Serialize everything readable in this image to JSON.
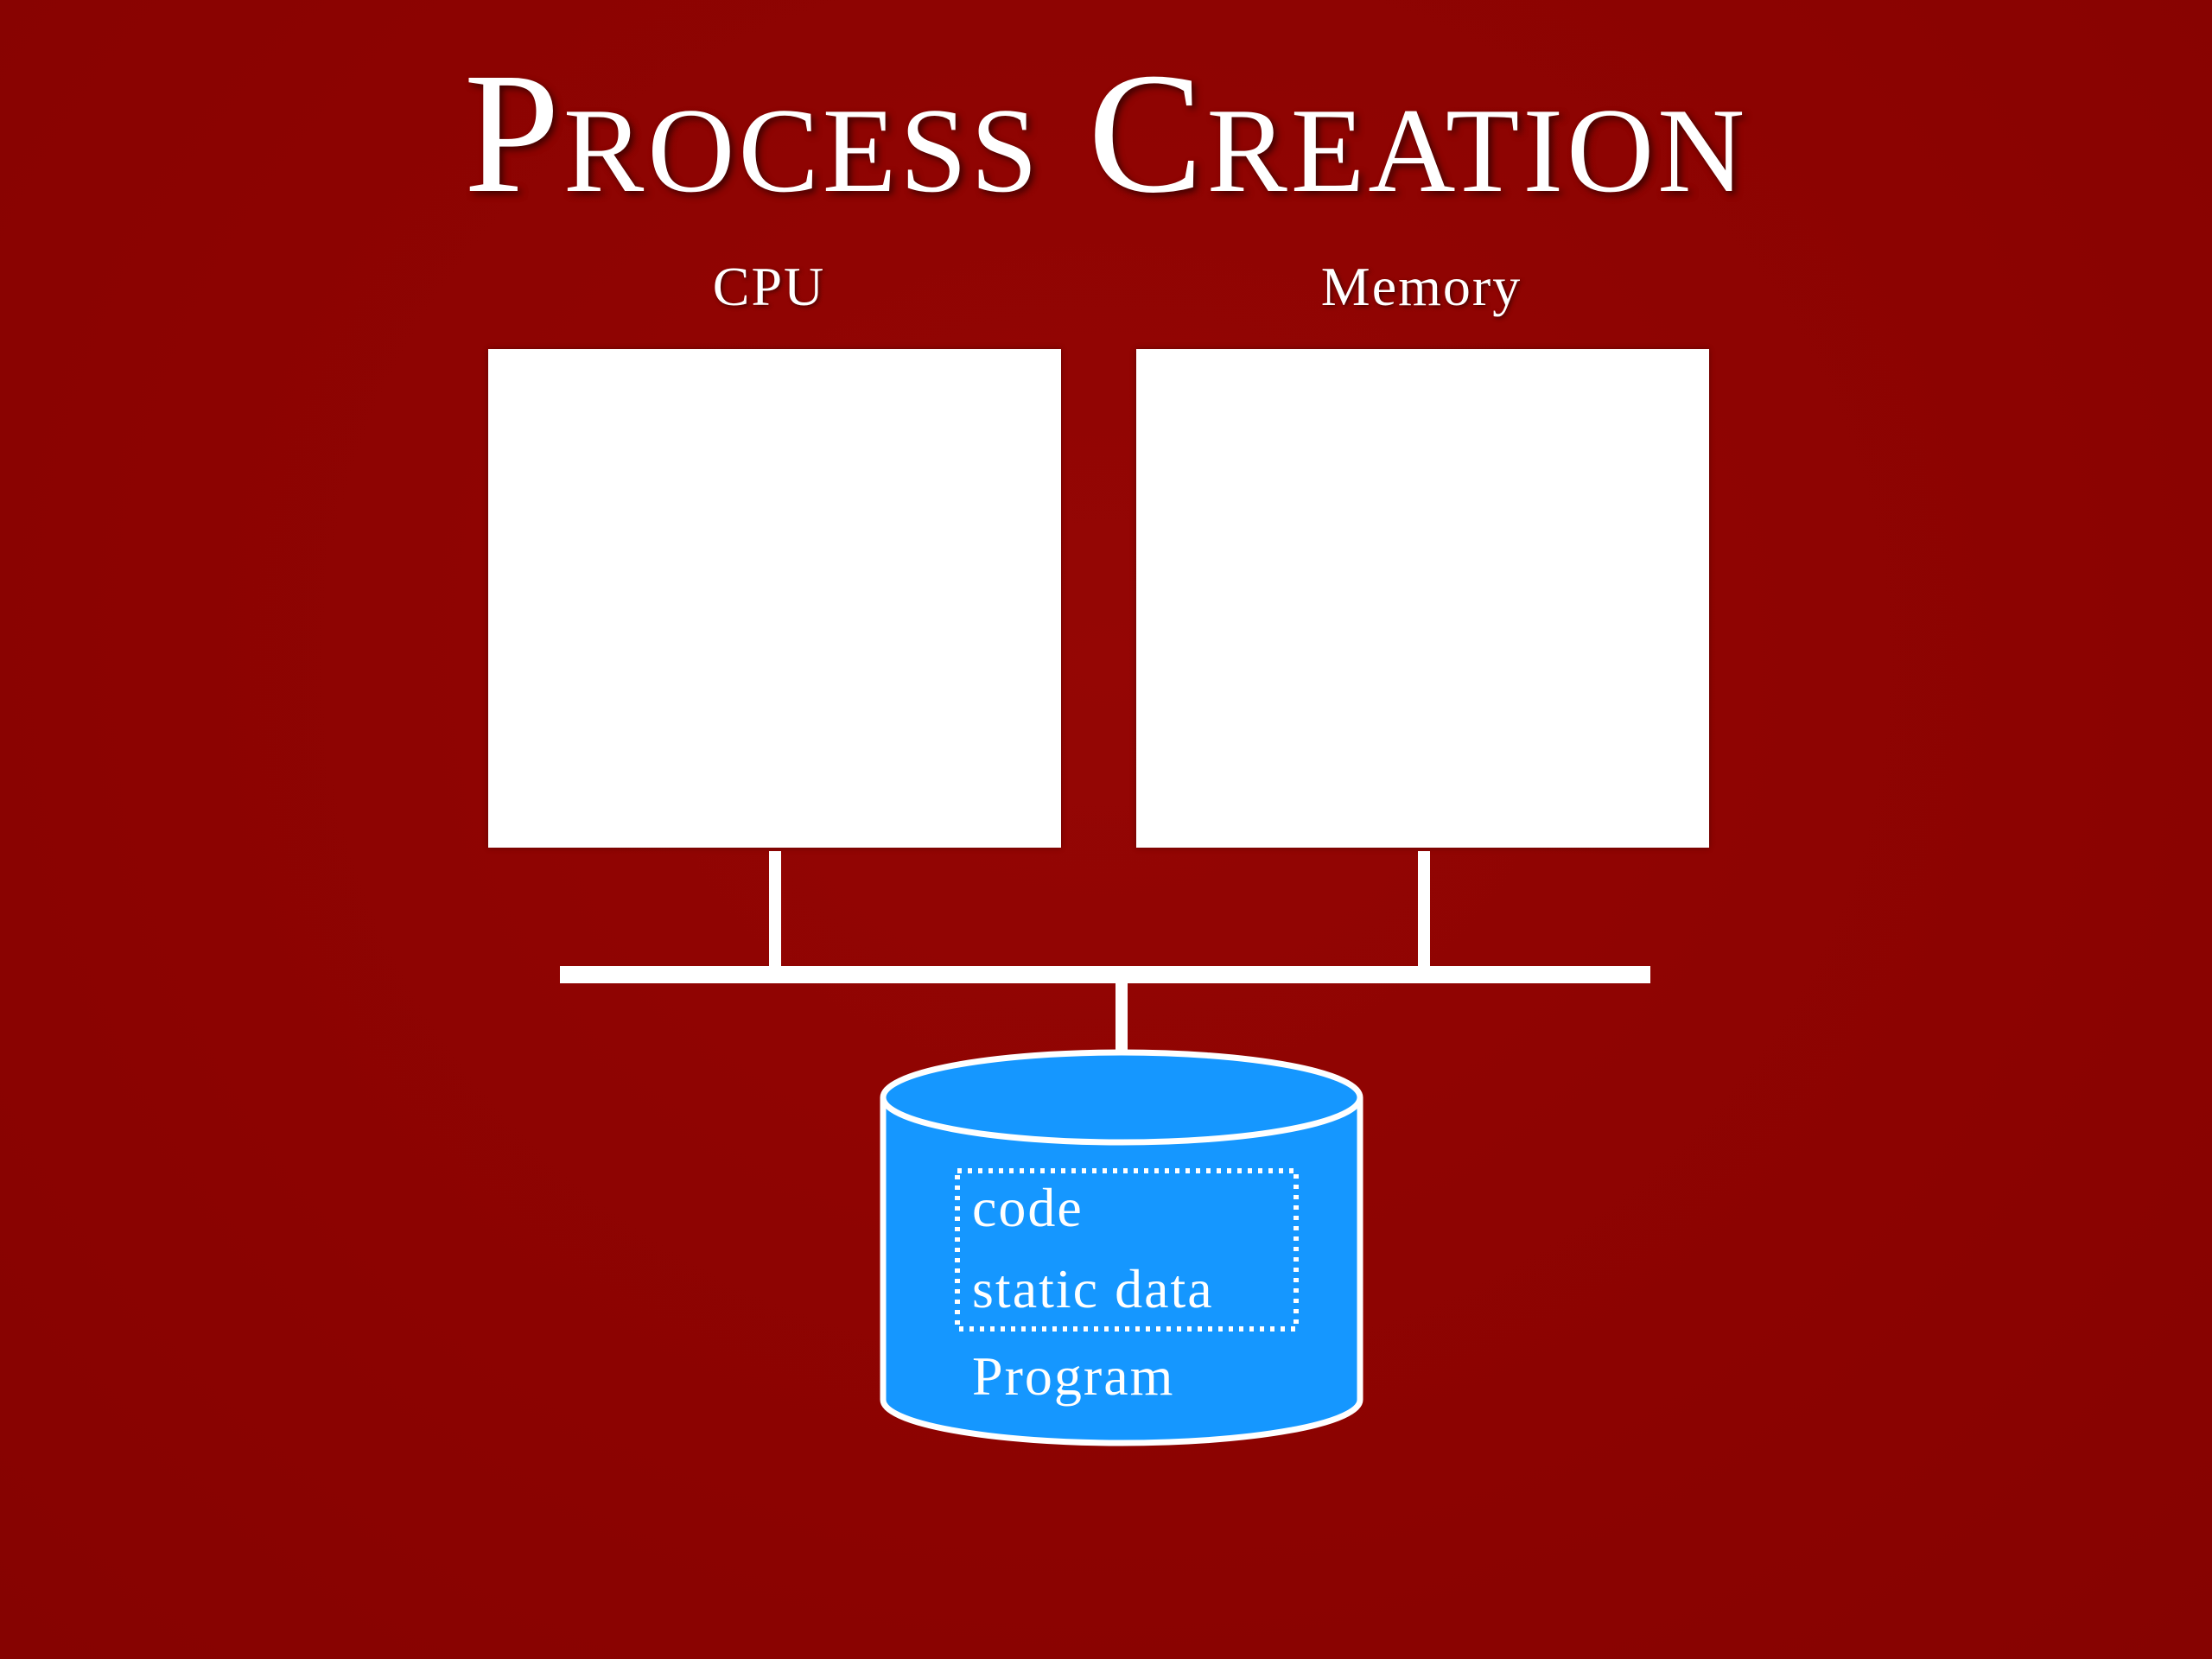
{
  "slide": {
    "title": "Process Creation",
    "cpu_label": "CPU",
    "memory_label": "Memory",
    "disk": {
      "code_label": "code",
      "static_data_label": "static data",
      "program_label": "Program"
    }
  },
  "colors": {
    "background": "#8e0401",
    "box_fill": "#ffffff",
    "bus_line": "#ffffff",
    "disk_fill": "#1597ff"
  }
}
